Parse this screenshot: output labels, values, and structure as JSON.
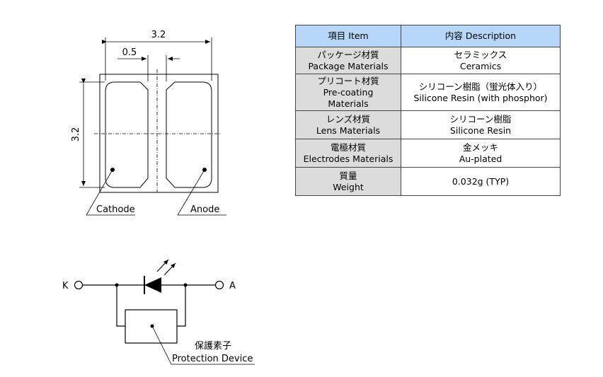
{
  "dimensions": {
    "top_width": "3.2",
    "pad_gap": "0.5",
    "side_height": "3.2"
  },
  "package_labels": {
    "cathode": "Cathode",
    "anode": "Anode"
  },
  "circuit": {
    "k": "K",
    "a": "A",
    "protection_jp": "保護素子",
    "protection_en": "Protection Device"
  },
  "table": {
    "header": {
      "item": "項目 Item",
      "description": "内容 Description"
    },
    "rows": [
      {
        "item_lines": [
          "パッケージ材質",
          "Package Materials"
        ],
        "desc_lines": [
          "セラミックス",
          "Ceramics"
        ]
      },
      {
        "item_lines": [
          "プリコート材質",
          "Pre-coating",
          "Materials"
        ],
        "desc_lines": [
          "シリコーン樹脂（蛍光体入り）",
          "Silicone Resin (with phosphor)"
        ]
      },
      {
        "item_lines": [
          "レンズ材質",
          "Lens Materials"
        ],
        "desc_lines": [
          "シリコーン樹脂",
          "Silicone Resin"
        ]
      },
      {
        "item_lines": [
          "電極材質",
          "Electrodes Materials"
        ],
        "desc_lines": [
          "金メッキ",
          "Au-plated"
        ]
      },
      {
        "item_lines": [
          "質量",
          "Weight"
        ],
        "desc_lines": [
          "0.032g (TYP)"
        ]
      }
    ]
  },
  "colors": {
    "header_bg": "#b6d7f7",
    "label_bg": "#dcdcdc"
  }
}
